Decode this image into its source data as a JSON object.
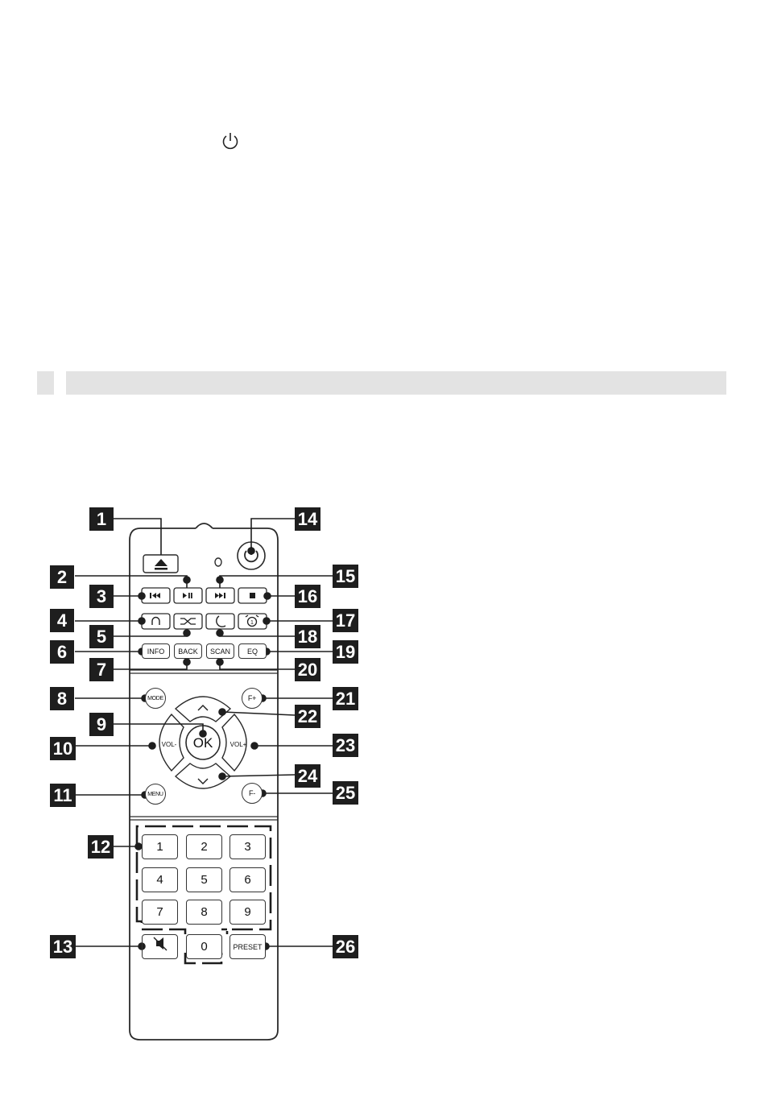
{
  "top": {
    "icon": "power-icon"
  },
  "section_header": {
    "fill": "#e3e3e3"
  },
  "remote": {
    "buttons": {
      "info": "INFO",
      "back": "BACK",
      "scan": "SCAN",
      "eq": "EQ",
      "mode": "MODE",
      "ok": "OK",
      "vol_minus": "VOL-",
      "vol_plus": "VOL+",
      "menu": "MENU",
      "f_plus": "F+",
      "f_minus": "F-",
      "preset": "PRESET"
    },
    "numbers": [
      "1",
      "2",
      "3",
      "4",
      "5",
      "6",
      "7",
      "8",
      "9",
      "0"
    ],
    "callouts": [
      "1",
      "2",
      "3",
      "4",
      "5",
      "6",
      "7",
      "8",
      "9",
      "10",
      "11",
      "12",
      "13",
      "14",
      "15",
      "16",
      "17",
      "18",
      "19",
      "20",
      "21",
      "22",
      "23",
      "24",
      "25",
      "26"
    ]
  }
}
